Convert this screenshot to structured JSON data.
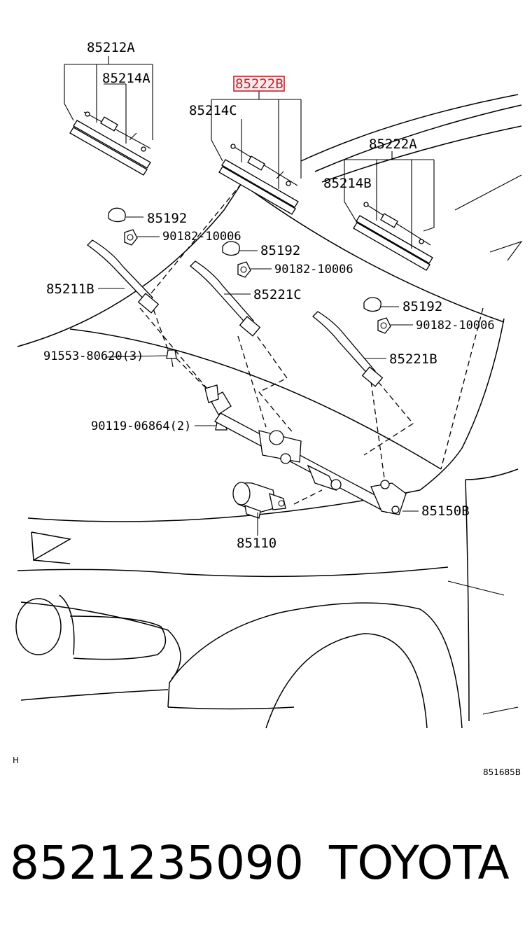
{
  "diagram": {
    "labels": {
      "l85212A": "85212A",
      "l85214A": "85214A",
      "l85222B": "85222B",
      "l85214C": "85214C",
      "l85222A": "85222A",
      "l85214B": "85214B",
      "l85192a": "85192",
      "l90182a": "90182-10006",
      "l85192b": "85192",
      "l90182b": "90182-10006",
      "l85211B": "85211B",
      "l85221C": "85221C",
      "l85192c": "85192",
      "l90182c": "90182-10006",
      "l91553": "91553-80620(3)",
      "l85221B": "85221B",
      "l90119": "90119-06864(2)",
      "l85150B": "85150B",
      "l85110": "85110"
    },
    "highlighted_label": "85222B",
    "highlight_color": "#c0262d",
    "corner_mark": "H",
    "figure_code": "851685B"
  },
  "footer": {
    "part_number": "8521235090",
    "brand": "TOYOTA"
  }
}
